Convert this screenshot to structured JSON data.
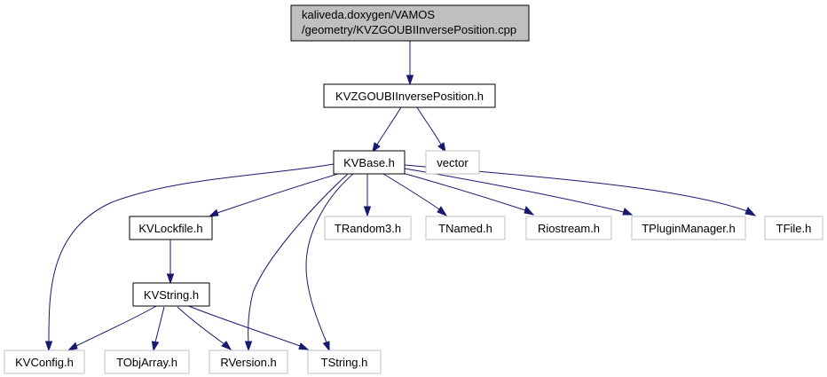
{
  "graph": {
    "root_line1": "kaliveda.doxygen/VAMOS",
    "root_line2": "/geometry/KVZGOUBIInversePosition.cpp",
    "nodes": {
      "kvzgoubi": "KVZGOUBIInversePosition.h",
      "kvbase": "KVBase.h",
      "vector": "vector",
      "kvlockfile": "KVLockfile.h",
      "trandom3": "TRandom3.h",
      "tnamed": "TNamed.h",
      "riostream": "Riostream.h",
      "tpluginmanager": "TPluginManager.h",
      "tfile": "TFile.h",
      "kvstring": "KVString.h",
      "kvconfig": "KVConfig.h",
      "tobjarray": "TObjArray.h",
      "rversion": "RVersion.h",
      "tstring": "TString.h"
    },
    "colors": {
      "edge": "#191970",
      "root_fill": "#bfbfbf",
      "documented_border": "#000000",
      "external_border": "#bfbfbf"
    }
  }
}
